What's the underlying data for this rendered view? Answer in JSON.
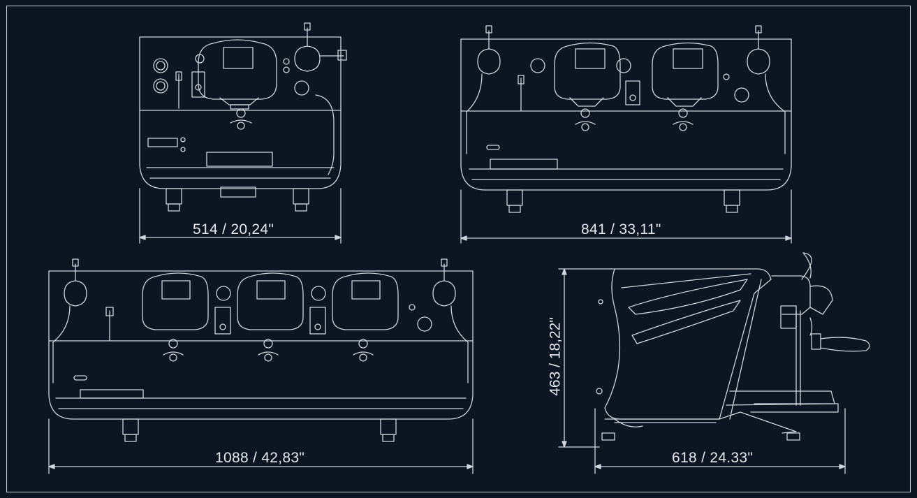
{
  "title": "Espresso machine dimension drawing",
  "colors": {
    "background": "#0c1622",
    "line": "#cfd6dd"
  },
  "views": {
    "one_group": {
      "width_label": "514 / 20,24\""
    },
    "two_group": {
      "width_label": "841  / 33,11\""
    },
    "three_group": {
      "width_label": "1088 / 42,83\""
    },
    "side": {
      "height_label": "463 / 18,22\"",
      "depth_label": "618 / 24.33\""
    }
  }
}
